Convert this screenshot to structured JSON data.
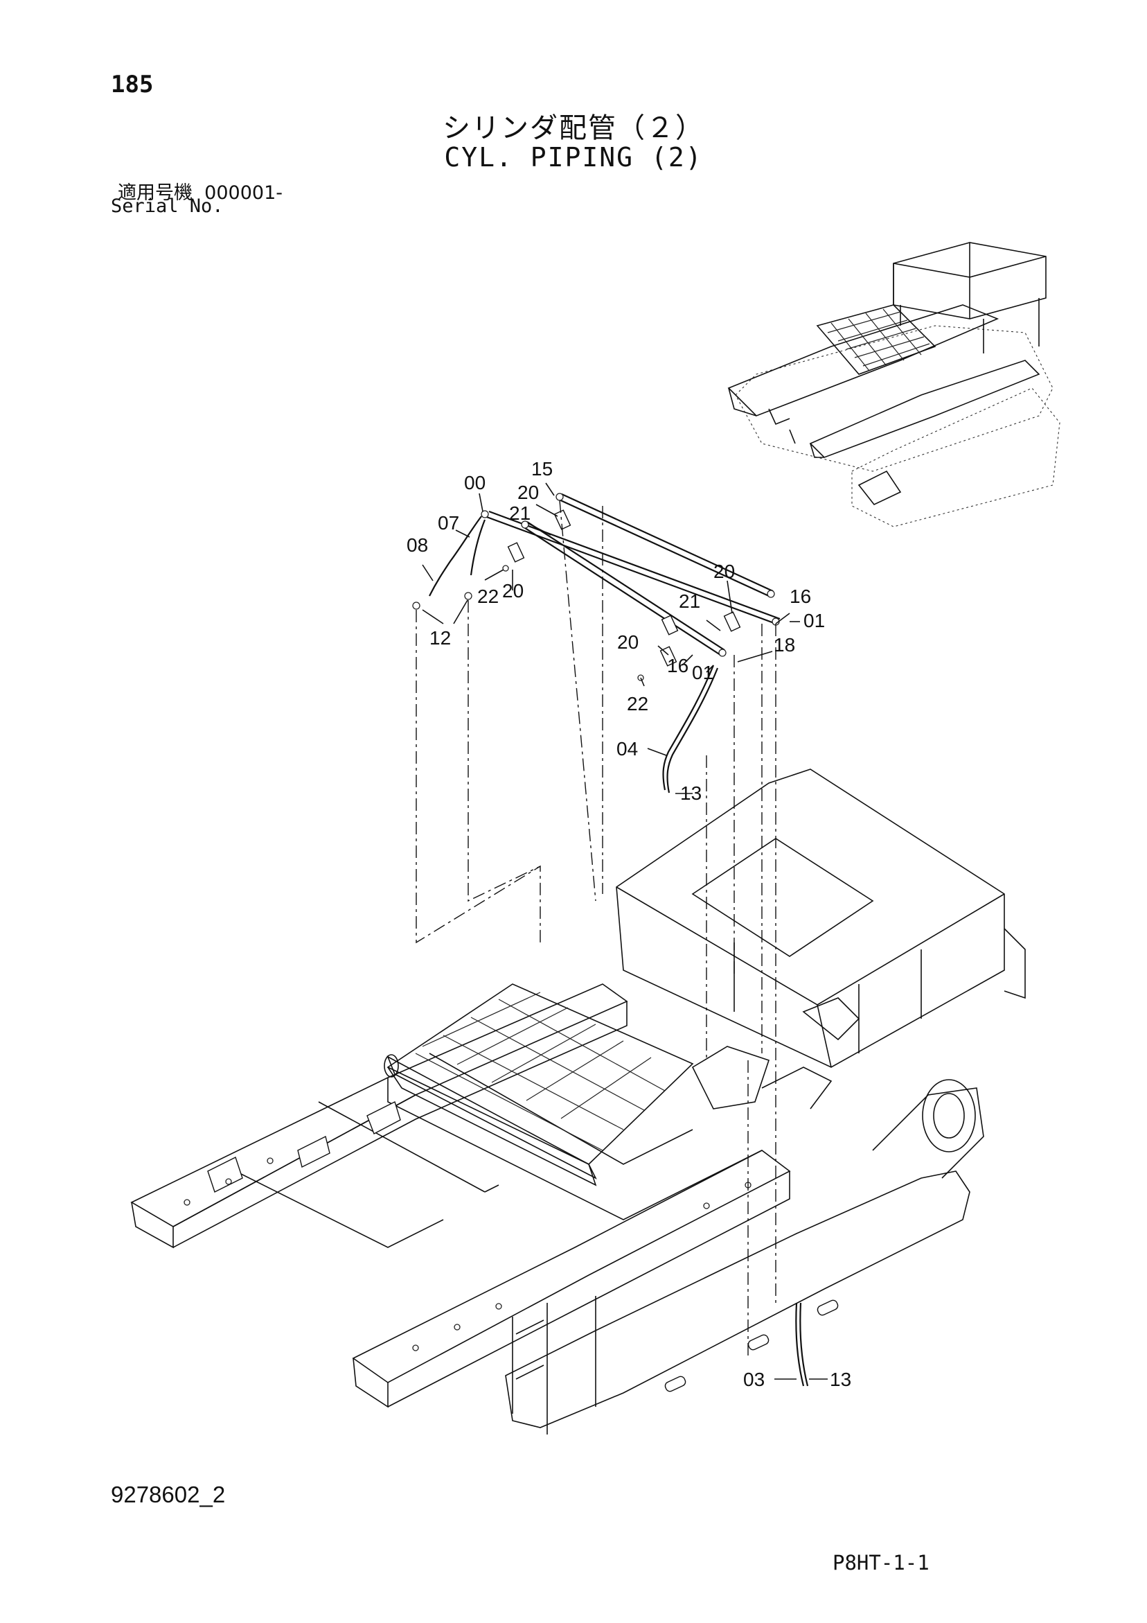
{
  "header": {
    "page_number": "185",
    "title_jp": "シリンダ配管（２）",
    "title_en": "CYL. PIPING (2)",
    "serial_label_jp": "適用号機",
    "serial_value": "000001-",
    "serial_label_en": "Serial No."
  },
  "callouts": [
    {
      "id": "c15",
      "text": "15"
    },
    {
      "id": "c00",
      "text": "00"
    },
    {
      "id": "c20a",
      "text": "20"
    },
    {
      "id": "c21a",
      "text": "21"
    },
    {
      "id": "c07",
      "text": "07"
    },
    {
      "id": "c08",
      "text": "08"
    },
    {
      "id": "c22a",
      "text": "22"
    },
    {
      "id": "c20b",
      "text": "20"
    },
    {
      "id": "c12",
      "text": "12"
    },
    {
      "id": "c20c",
      "text": "20"
    },
    {
      "id": "c16a",
      "text": "16"
    },
    {
      "id": "c21b",
      "text": "21"
    },
    {
      "id": "c01a",
      "text": "01"
    },
    {
      "id": "c20d",
      "text": "20"
    },
    {
      "id": "c18",
      "text": "18"
    },
    {
      "id": "c16b",
      "text": "16"
    },
    {
      "id": "c01b",
      "text": "01"
    },
    {
      "id": "c22b",
      "text": "22"
    },
    {
      "id": "c04",
      "text": "04"
    },
    {
      "id": "c13a",
      "text": "13"
    },
    {
      "id": "c03",
      "text": "03"
    },
    {
      "id": "c13b",
      "text": "13"
    }
  ],
  "footer": {
    "doc_number": "9278602_2",
    "page_code": "P8HT-1-1"
  }
}
